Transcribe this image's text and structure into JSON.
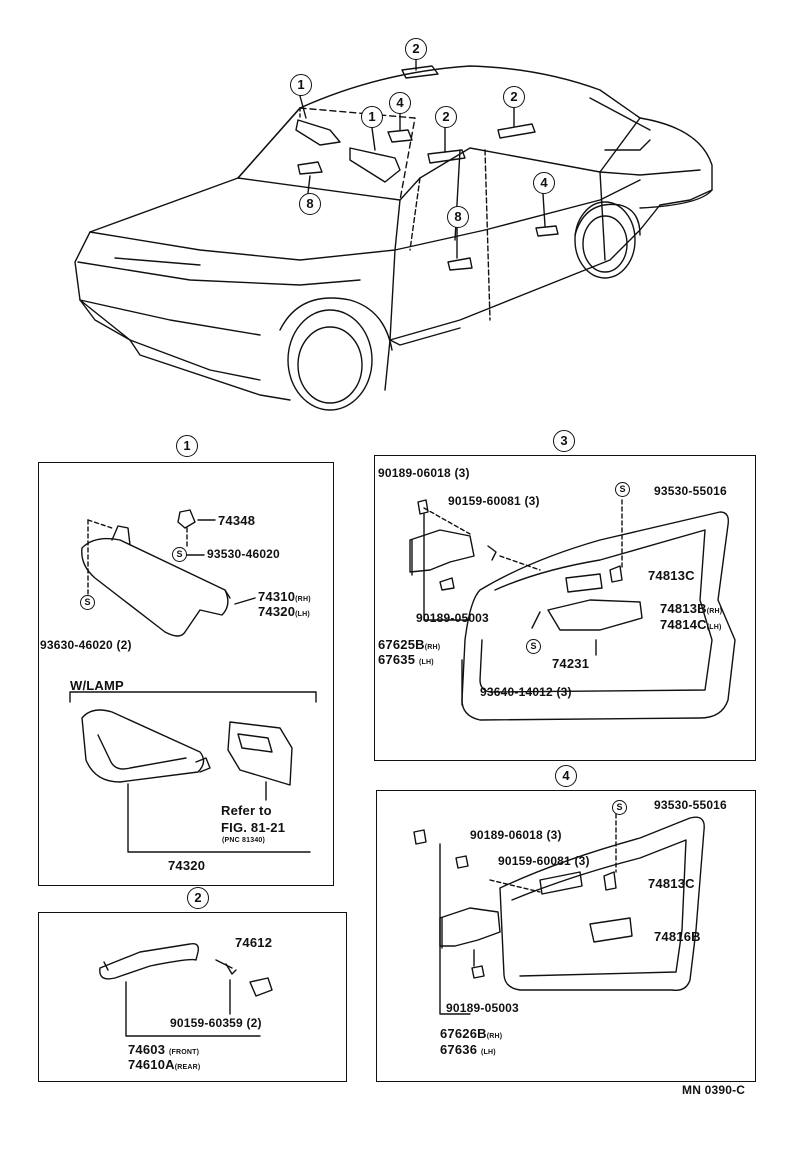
{
  "car_callouts": [
    "1",
    "2",
    "1",
    "4",
    "2",
    "2",
    "8",
    "4",
    "8"
  ],
  "sections": {
    "s1": {
      "number": "1",
      "parts": {
        "p74348": "74348",
        "p93530a": "93530-46020",
        "p74310": "74310",
        "p74310_suffix": "(RH)",
        "p74320": "74320",
        "p74320_suffix": "(LH)",
        "p93630": "93630-46020 (2)"
      },
      "wlamp": {
        "title": "W/LAMP",
        "refer1": "Refer to",
        "refer2": "FIG. 81-21",
        "refer3": "(PNC 81340)",
        "part": "74320"
      }
    },
    "s2": {
      "number": "2",
      "parts": {
        "p74612": "74612",
        "p90159": "90159-60359 (2)",
        "p74603": "74603",
        "p74603_suffix": "(FRONT)",
        "p74610": "74610A",
        "p74610_suffix": "(REAR)"
      }
    },
    "s3": {
      "number": "3",
      "parts": {
        "p90189a": "90189-06018 (3)",
        "p90159": "90159-60081 (3)",
        "p93530": "93530-55016",
        "p74813c": "74813C",
        "p74813b": "74813B",
        "p74813b_suffix": "(RH)",
        "p74814c": "74814C",
        "p74814c_suffix": "(LH)",
        "p90189b": "90189-05003",
        "p67625": "67625B",
        "p67625_suffix": "(RH)",
        "p67635": "67635",
        "p67635_suffix": "(LH)",
        "p74231": "74231",
        "p93640": "93640-14012 (3)"
      }
    },
    "s4": {
      "number": "4",
      "parts": {
        "p93530": "93530-55016",
        "p90189a": "90189-06018 (3)",
        "p90159": "90159-60081 (3)",
        "p74813c": "74813C",
        "p74816": "74816B",
        "p90189b": "90189-05003",
        "p67626": "67626B",
        "p67626_suffix": "(RH)",
        "p67636": "67636",
        "p67636_suffix": "(LH)"
      }
    }
  },
  "s_marker": "S",
  "footer_code": "MN 0390-C"
}
